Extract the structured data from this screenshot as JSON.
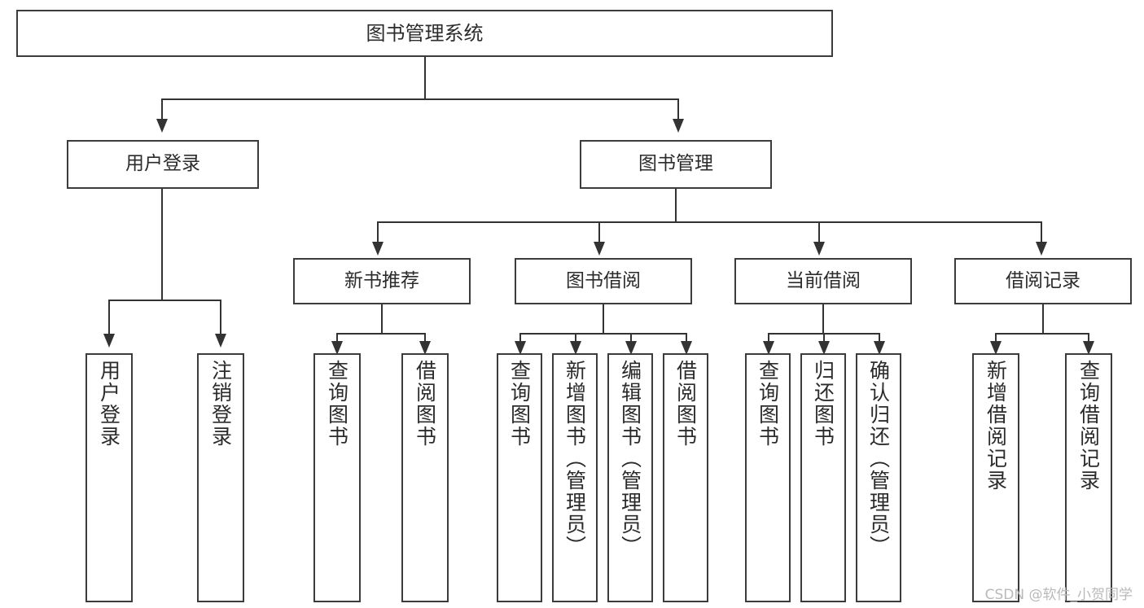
{
  "diagram": {
    "title": "图书管理系统",
    "type": "hierarchy-tree",
    "root": {
      "label": "图书管理系统"
    },
    "level1": [
      {
        "label": "用户登录"
      },
      {
        "label": "图书管理"
      }
    ],
    "level2": [
      {
        "label": "新书推荐"
      },
      {
        "label": "图书借阅"
      },
      {
        "label": "当前借阅"
      },
      {
        "label": "借阅记录"
      }
    ],
    "leaves": {
      "user_login": [
        {
          "label": "用户登录"
        },
        {
          "label": "注销登录"
        }
      ],
      "new_book_recommend": [
        {
          "label": "查询图书"
        },
        {
          "label": "借阅图书"
        }
      ],
      "book_borrow": [
        {
          "label": "查询图书"
        },
        {
          "label": "新增图书（管理员）"
        },
        {
          "label": "编辑图书（管理员）"
        },
        {
          "label": "借阅图书"
        }
      ],
      "current_borrow": [
        {
          "label": "查询图书"
        },
        {
          "label": "归还图书"
        },
        {
          "label": "确认归还（管理员）"
        }
      ],
      "borrow_record": [
        {
          "label": "新增借阅记录"
        },
        {
          "label": "查询借阅记录"
        }
      ]
    }
  },
  "watermark": {
    "text": "CSDN @软件_小贺同学"
  },
  "colors": {
    "box_border": "#3c3c3c",
    "line": "#333333",
    "text": "#2b2b2b",
    "background": "#ffffff",
    "watermark": "#b9b9b9"
  }
}
